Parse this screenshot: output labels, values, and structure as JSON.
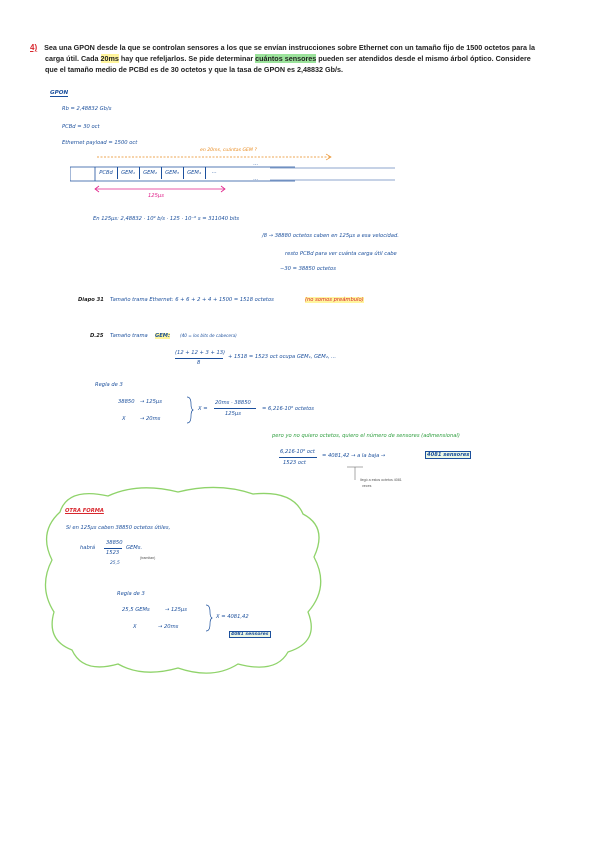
{
  "problem": {
    "number": "4)",
    "line1": "Sea una GPON desde la que se controlan sensores a los que se envían instrucciones sobre Ethernet con un tamaño fijo de 1500 octetos para la",
    "line2a": "carga útil. Cada ",
    "line2_hl": "20ms",
    "line2b": " hay que refeljarlos. Se pide determinar ",
    "line2_hl2": "cuántos sensores",
    "line2c": " pueden ser atendidos desde el mismo árbol óptico. Considere",
    "line3": "que el tamaño medio de PCBd es de 30 octetos y que la tasa de GPON es 2,48832 Gb/s."
  },
  "notes": {
    "gpon_label": "GPON",
    "bitrate": "Rb = 2,48832 Gb/s",
    "pcbd": "PCBd = 30 oct",
    "payload": "Ethernet payload = 1500 oct",
    "arrow_note": "en 20ms, cuántas GEM ?",
    "frame_cells": [
      "PCBd",
      "GEM₁",
      "GEM₂",
      "GEM₃",
      "GEM₄",
      "···"
    ],
    "dots1": "···",
    "dots2": "···",
    "duration": "125µs",
    "calc1": "En 125µs:   2,48832 · 10⁹ b/s · 125 · 10⁻⁶ s  =  311040 bits",
    "calc2": "/8  →  38880 octetos caben en 125µs a esa velocidad.",
    "calc3": "resto PCBd para ver cuánta carga útil cabe",
    "calc4": "−30  =  38850 octetos",
    "diap31": "Diapo 31",
    "diap31_text": "Tamaño trama Ethernet: 6 + 6 + 2 + 4 + 1500  =  1518 octetos",
    "diap31_note": "(no somos preámbulo)",
    "d25": "D.25",
    "d25_text": "Tamaño trama",
    "d25_gem": "GEM:",
    "d25_note": "(40 = los bits de cabecera)",
    "frac_num": "(12 + 12 + 3 + 13)",
    "frac_den": "8",
    "frac_rest": "+ 1518   =  1523 oct ocupa GEM₁, GEM₂, ...",
    "regla1": "Regla de 3",
    "r1_a": "38850",
    "r1_b": "→ 125µs",
    "r1_c": "X",
    "r1_d": "→ 20ms",
    "r1_eq": "X =",
    "r1_num": "20ms · 38850",
    "r1_den": "125µs",
    "r1_res": "= 6,216·10⁶ octetos",
    "sensors_note": "pero yo no quiero octetos, quiero el número de sensores (adimensional)",
    "sens_num": "6,216·10⁶ oct",
    "sens_den": "1523 oct",
    "sens_res": "= 4081,42  →  a la baja  →",
    "sens_final": "4081 sensores",
    "tiny_note1": "llegó a estos octetos 4081",
    "tiny_note2": "veces",
    "otra_forma": "OTRA FORMA",
    "of_line1": "Si en 125µs caben 38850 octetos útiles,",
    "of_habra": "habrá",
    "of_num": "38850",
    "of_den": "1523",
    "of_gems": "GEMs.",
    "of_small": "25,5",
    "of_small2": "(tramitan)",
    "regla2": "Regla de 3",
    "r2_a": "25,5 GEMs",
    "r2_b": "→ 125µs",
    "r2_c": "X",
    "r2_d": "→ 20ms",
    "r2_res": "X = 4081,42",
    "r2_final": "4081 sensores"
  },
  "colors": {
    "ink": "#1b4f9c",
    "red": "#d8262d",
    "magenta": "#e0218a",
    "green": "#2e9e3e",
    "highlight_yellow": "#fff59d",
    "highlight_green": "#9be39b",
    "cloud_stroke": "#8fd36a"
  }
}
